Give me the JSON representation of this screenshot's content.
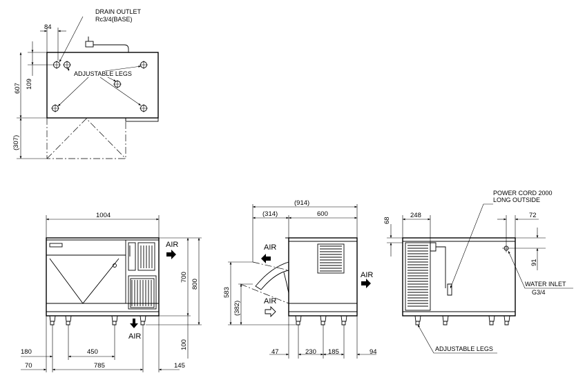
{
  "top_view": {
    "drain_outlet": "DRAIN OUTLET",
    "drain_spec": "Rc3/4(BASE)",
    "adjustable_legs": "ADJUSTABLE LEGS",
    "dim_84": "84",
    "dim_109": "109",
    "dim_607": "607",
    "dim_307": "(307)"
  },
  "front_view": {
    "dim_1004": "1004",
    "dim_700": "700",
    "dim_800": "800",
    "dim_100": "100",
    "dim_180": "180",
    "dim_450": "450",
    "dim_70": "70",
    "dim_785": "785",
    "dim_145": "145",
    "air_label": "AIR"
  },
  "side_view": {
    "dim_914": "(914)",
    "dim_314": "(314)",
    "dim_600": "600",
    "dim_583": "583",
    "dim_382": "(382)",
    "dim_47": "47",
    "dim_230": "230",
    "dim_185": "185",
    "dim_94": "94",
    "air_label": "AIR"
  },
  "rear_view": {
    "power_cord": "POWER CORD 2000",
    "power_cord_2": "LONG OUTSIDE",
    "dim_248": "248",
    "dim_68": "68",
    "dim_72": "72",
    "dim_91": "91",
    "water_inlet": "WATER INLET",
    "water_spec": "G3/4",
    "adjustable_legs": "ADJUSTABLE LEGS"
  }
}
